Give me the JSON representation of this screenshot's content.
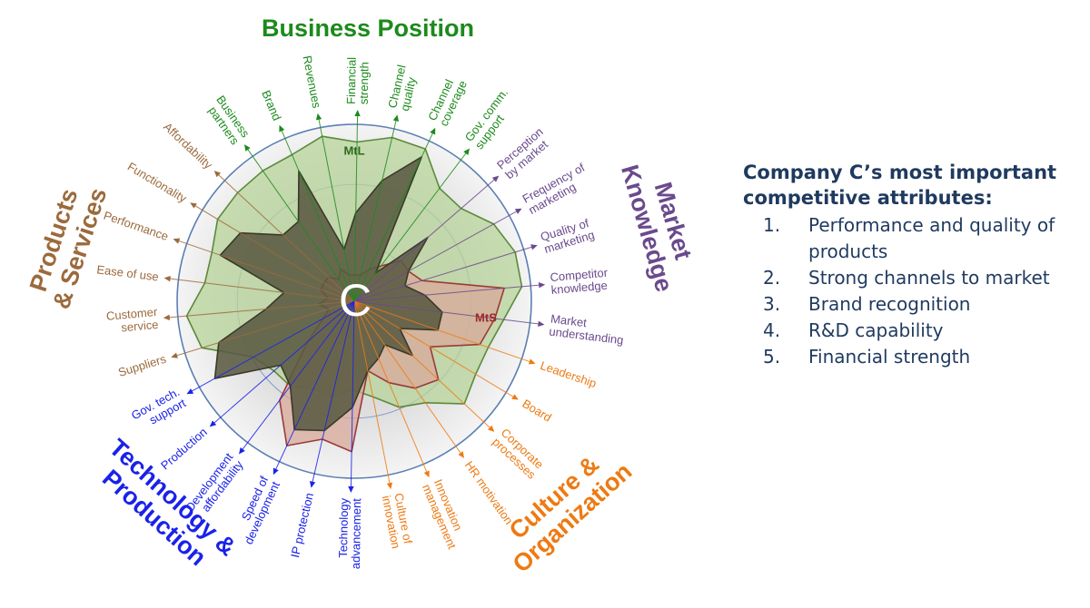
{
  "center_label": "C",
  "groups": [
    {
      "key": "products",
      "lines": [
        "Products",
        "& Services"
      ],
      "color": "#9b6a3c"
    },
    {
      "key": "business",
      "lines": [
        "Business Position"
      ],
      "color": "#1c8a1c"
    },
    {
      "key": "market",
      "lines": [
        "Market",
        "Knowledge"
      ],
      "color": "#6a4a8c"
    },
    {
      "key": "culture",
      "lines": [
        "Culture &",
        "Organization"
      ],
      "color": "#ee7a12"
    },
    {
      "key": "technology",
      "lines": [
        "Technology &",
        "Production"
      ],
      "color": "#1a22e8"
    }
  ],
  "axes": [
    {
      "lines": [
        "Suppliers"
      ],
      "group": "products",
      "c": 0.8,
      "mkt": 0.15
    },
    {
      "lines": [
        "Customer",
        "service"
      ],
      "group": "products",
      "c": 0.5,
      "mkt": 0.2
    },
    {
      "lines": [
        "Ease of use"
      ],
      "group": "products",
      "c": 0.4,
      "mkt": 0.15
    },
    {
      "lines": [
        "Performance"
      ],
      "group": "products",
      "c": 0.8,
      "mkt": 0.2
    },
    {
      "lines": [
        "Functionality"
      ],
      "group": "products",
      "c": 0.75,
      "mkt": 0.2
    },
    {
      "lines": [
        "Affordability"
      ],
      "group": "products",
      "c": 0.55,
      "mkt": 0.2
    },
    {
      "lines": [
        "Business",
        "partners"
      ],
      "group": "business",
      "c": 0.55,
      "mkt": 0.15
    },
    {
      "lines": [
        "Brand"
      ],
      "group": "business",
      "c": 0.8,
      "mkt": 0.2
    },
    {
      "lines": [
        "Revenues"
      ],
      "group": "business",
      "c": 0.3,
      "mkt": 0.15
    },
    {
      "lines": [
        "Financial",
        "strength"
      ],
      "group": "business",
      "c": 0.5,
      "mkt": 0.15
    },
    {
      "lines": [
        "Channel",
        "quality"
      ],
      "group": "business",
      "c": 0.7,
      "mkt": 0.15
    },
    {
      "lines": [
        "Channel",
        "coverage"
      ],
      "group": "business",
      "c": 0.9,
      "mkt": 0.2
    },
    {
      "lines": [
        "Gov. comm.",
        "support"
      ],
      "group": "business",
      "c": 0.2,
      "mkt": 0.25
    },
    {
      "lines": [
        "Perception",
        "by market"
      ],
      "group": "market",
      "c": 0.55,
      "mkt": 0.35
    },
    {
      "lines": [
        "Frequency of",
        "marketing"
      ],
      "group": "market",
      "c": 0.35,
      "mkt": 0.35
    },
    {
      "lines": [
        "Quality of",
        "marketing"
      ],
      "group": "market",
      "c": 0.3,
      "mkt": 0.4
    },
    {
      "lines": [
        "Competitor",
        "knowledge"
      ],
      "group": "market",
      "c": 0.4,
      "mkt": 0.85
    },
    {
      "lines": [
        "Market",
        "understanding"
      ],
      "group": "market",
      "c": 0.5,
      "mkt": 0.8
    },
    {
      "lines": [
        "Leadership"
      ],
      "group": "culture",
      "c": 0.5,
      "mkt": 0.75
    },
    {
      "lines": [
        "Board"
      ],
      "group": "culture",
      "c": 0.3,
      "mkt": 0.5
    },
    {
      "lines": [
        "Corporate",
        "processes"
      ],
      "group": "culture",
      "c": 0.45,
      "mkt": 0.65
    },
    {
      "lines": [
        "HR motivation"
      ],
      "group": "culture",
      "c": 0.3,
      "mkt": 0.6
    },
    {
      "lines": [
        "Innovation",
        "management"
      ],
      "group": "culture",
      "c": 0.35,
      "mkt": 0.5
    },
    {
      "lines": [
        "Culture of",
        "innovation"
      ],
      "group": "culture",
      "c": 0.4,
      "mkt": 0.4
    },
    {
      "lines": [
        "Technology",
        "advancement"
      ],
      "group": "technology",
      "c": 0.6,
      "mkt": 0.85
    },
    {
      "lines": [
        "IP protection"
      ],
      "group": "technology",
      "c": 0.75,
      "mkt": 0.8
    },
    {
      "lines": [
        "Speed of",
        "development"
      ],
      "group": "technology",
      "c": 0.8,
      "mkt": 0.9
    },
    {
      "lines": [
        "Development",
        "affordability"
      ],
      "group": "technology",
      "c": 0.6,
      "mkt": 0.7
    },
    {
      "lines": [
        "Production"
      ],
      "group": "technology",
      "c": 0.55,
      "mkt": 0.35
    },
    {
      "lines": [
        "Gov. tech.",
        "support"
      ],
      "group": "technology",
      "c": 0.9,
      "mkt": 0.2
    }
  ],
  "series": [
    {
      "name": "MtL",
      "color": "#5a8a3a",
      "fill": "#b8d49a"
    },
    {
      "name": "MtS",
      "color": "#9b3a3a",
      "fill": "#d8a89a"
    },
    {
      "name": "C",
      "color": "#3a3a2a",
      "fill": "#5a5a42"
    }
  ],
  "mtl_values": [
    0.9,
    0.95,
    0.85,
    0.85,
    0.9,
    0.9,
    0.9,
    0.9,
    0.95,
    0.9,
    0.95,
    0.95,
    0.8,
    0.8,
    0.9,
    0.95,
    0.95,
    0.85,
    0.8,
    0.8,
    0.85,
    0.7,
    0.65,
    0.55,
    0.5,
    0.55,
    0.55,
    0.6,
    0.6,
    0.65
  ],
  "panel": {
    "title": "Company C’s most important competitive attributes:",
    "items": [
      {
        "num": "1.",
        "text": "Performance and quality of products"
      },
      {
        "num": "2.",
        "text": "Strong channels to market"
      },
      {
        "num": "3.",
        "text": "Brand recognition"
      },
      {
        "num": "4.",
        "text": "R&D capability"
      },
      {
        "num": "5.",
        "text": "Financial strength"
      }
    ]
  }
}
